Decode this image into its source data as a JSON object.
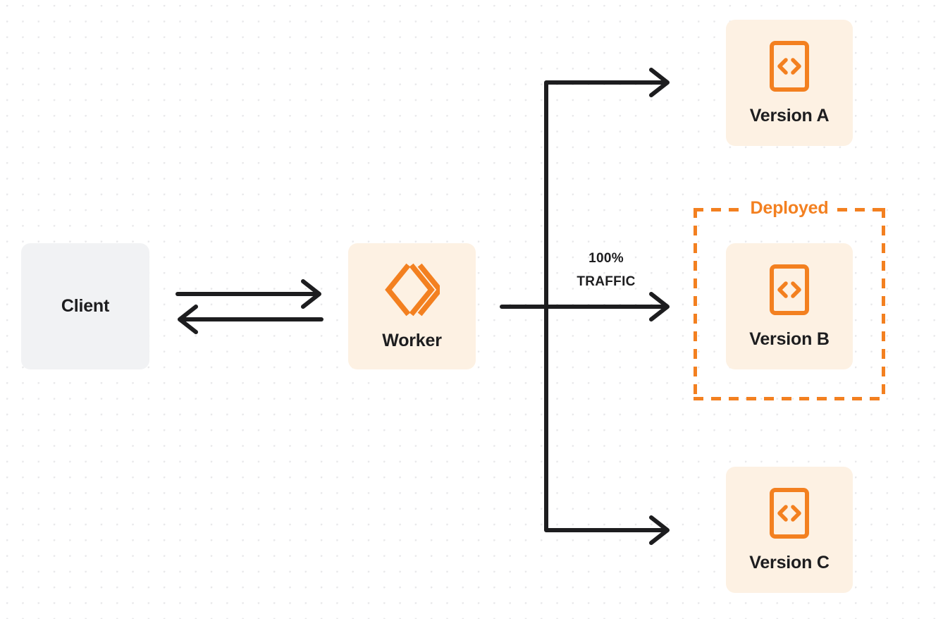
{
  "diagram": {
    "title": "Worker version traffic routing",
    "background": {
      "color": "#ffffff",
      "dot_color": "#e8e8ea"
    },
    "colors": {
      "orange": "#f38020",
      "cream": "#fdf1e3",
      "gray": "#f1f2f4",
      "ink": "#1d1d1f"
    }
  },
  "nodes": {
    "client": {
      "label": "Client",
      "fill": "#f1f2f4"
    },
    "worker": {
      "label": "Worker",
      "icon": "cloudflare-workers-logo",
      "fill": "#fdf1e3"
    },
    "versions": [
      {
        "label": "Version A",
        "icon": "code-file-icon",
        "fill": "#fdf1e3",
        "deployed": false
      },
      {
        "label": "Version B",
        "icon": "code-file-icon",
        "fill": "#fdf1e3",
        "deployed": true
      },
      {
        "label": "Version C",
        "icon": "code-file-icon",
        "fill": "#fdf1e3",
        "deployed": false
      }
    ]
  },
  "group": {
    "deployed_label": "Deployed",
    "border_color": "#f38020",
    "border_style": "dashed"
  },
  "edges": {
    "traffic_percent": "100%",
    "traffic_word": "TRAFFIC",
    "client_to_worker": "request",
    "worker_to_client": "response",
    "stroke_color": "#1d1d1f"
  }
}
